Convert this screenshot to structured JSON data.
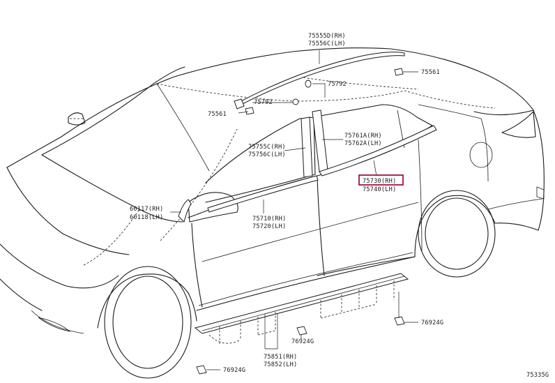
{
  "diagram_code": "75335G",
  "highlight_color": "#a3123f",
  "callouts": {
    "roof_molding_rh": "75555D(RH)",
    "roof_molding_lh": "75556C(LH)",
    "clip_75561_rear": "75561",
    "clip_75561_front": "75561",
    "clip_75792_upper": "75792",
    "clip_75792_lower": "75792",
    "front_pillar_rh": "75755C(RH)",
    "front_pillar_lh": "75756C(LH)",
    "center_pillar_rh": "75761A(RH)",
    "center_pillar_lh": "75762A(LH)",
    "rear_belt_rh": "75730(RH)",
    "rear_belt_lh": "75740(LH)",
    "front_belt_rh": "75710(RH)",
    "front_belt_lh": "75720(LH)",
    "mirror_cover_rh": "60117(RH)",
    "mirror_cover_lh": "60118(LH)",
    "rocker_rh": "75851(RH)",
    "rocker_lh": "75852(LH)",
    "clip_76924_right": "76924G",
    "clip_76924_mid": "76924G",
    "clip_76924_left": "76924G"
  }
}
